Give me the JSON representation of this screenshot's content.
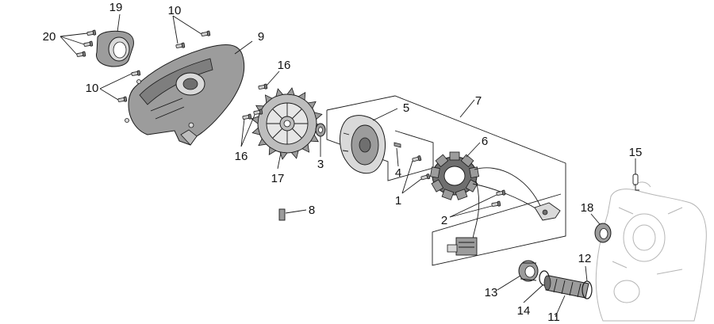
{
  "callouts": {
    "c1": "1",
    "c2": "2",
    "c3": "3",
    "c4": "4",
    "c5": "5",
    "c6": "6",
    "c7": "7",
    "c8": "8",
    "c9": "9",
    "c10a": "10",
    "c10b": "10",
    "c11": "11",
    "c12": "12",
    "c13": "13",
    "c14": "14",
    "c15": "15",
    "c16a": "16",
    "c16b": "16",
    "c17": "17",
    "c18": "18",
    "c19": "19",
    "c20": "20"
  },
  "colors": {
    "stroke": "#1a1a1a",
    "part_fill": "#9c9c9c",
    "part_fill_dark": "#6f6f6f",
    "part_fill_light": "#d9d9d9",
    "ghost": "#b5b5b5"
  }
}
